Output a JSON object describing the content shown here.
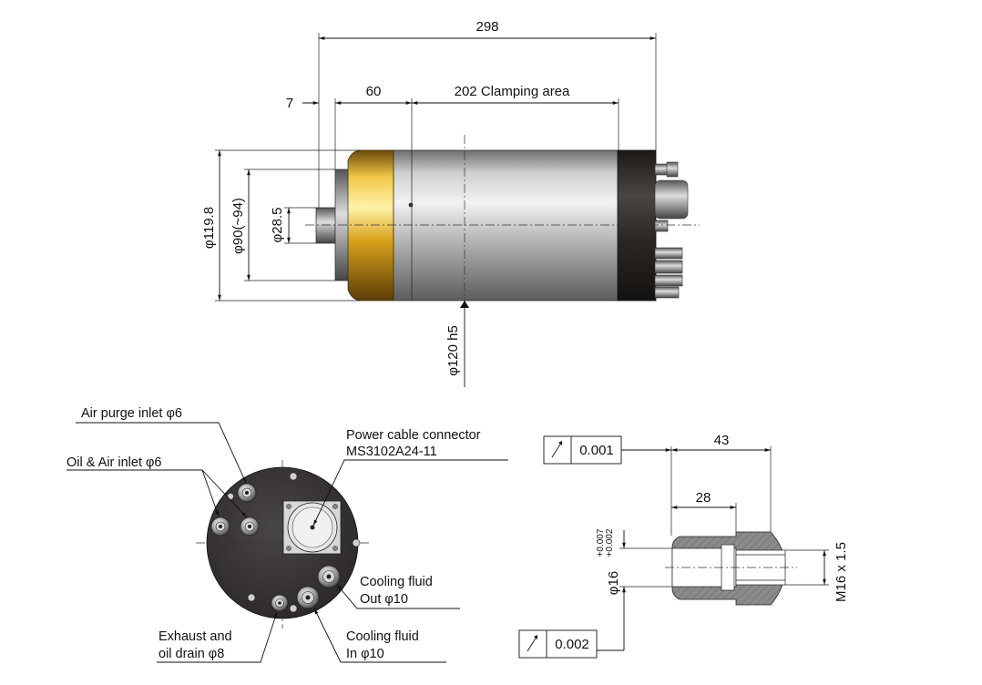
{
  "side_view": {
    "dims": {
      "overall": "298",
      "front": "7",
      "nose": "60",
      "clamping": "202 Clamping area",
      "dia_body": "φ119.8",
      "dia_nose": "φ90(~94)",
      "dia_shaft": "φ28.5",
      "dia_clamp": "φ120  h5"
    }
  },
  "rear_view": {
    "labels": {
      "air_purge": "Air purge inlet φ6",
      "oil_air": "Oil & Air inlet φ6",
      "power_line1": "Power cable connector",
      "power_line2": "MS3102A24-11",
      "cool_out_line1": "Cooling fluid",
      "cool_out_line2": "Out φ10",
      "cool_in_line1": "Cooling fluid",
      "cool_in_line2": "In φ10",
      "exhaust_line1": "Exhaust and",
      "exhaust_line2": "oil drain φ8"
    }
  },
  "shaft_end": {
    "dims": {
      "length_43": "43",
      "length_28": "28",
      "dia_16": "φ16",
      "tol_upper": "+0.007",
      "tol_lower": "+0.002",
      "thread": "M16 x 1.5"
    },
    "tolerance_frames": [
      {
        "symbol": "runout-arrow",
        "value": "0.001"
      },
      {
        "symbol": "runout-arrow",
        "value": "0.002"
      }
    ]
  },
  "colors": {
    "gold": "#c9951a",
    "body_silver": "#b8b8b8",
    "dark_cap": "#2a2522",
    "hatch": "#7d7d7d"
  }
}
